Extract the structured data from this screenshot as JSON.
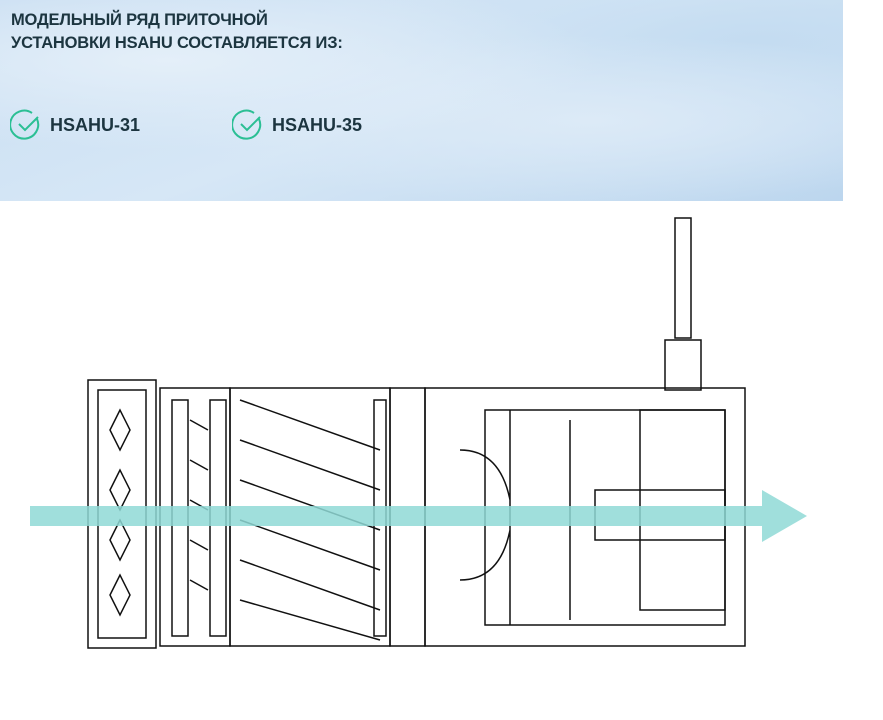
{
  "header": {
    "title_line1": "Модельный ряд приточной",
    "title_line2": "установки HSAHU составляется из:"
  },
  "models": [
    {
      "label": "HSAHU-31",
      "icon": "check-circle-icon"
    },
    {
      "label": "HSAHU-35",
      "icon": "check-circle-icon"
    }
  ],
  "colors": {
    "accent": "#2bbf94",
    "text": "#1c3540",
    "airflow": "#8fd9d6"
  }
}
